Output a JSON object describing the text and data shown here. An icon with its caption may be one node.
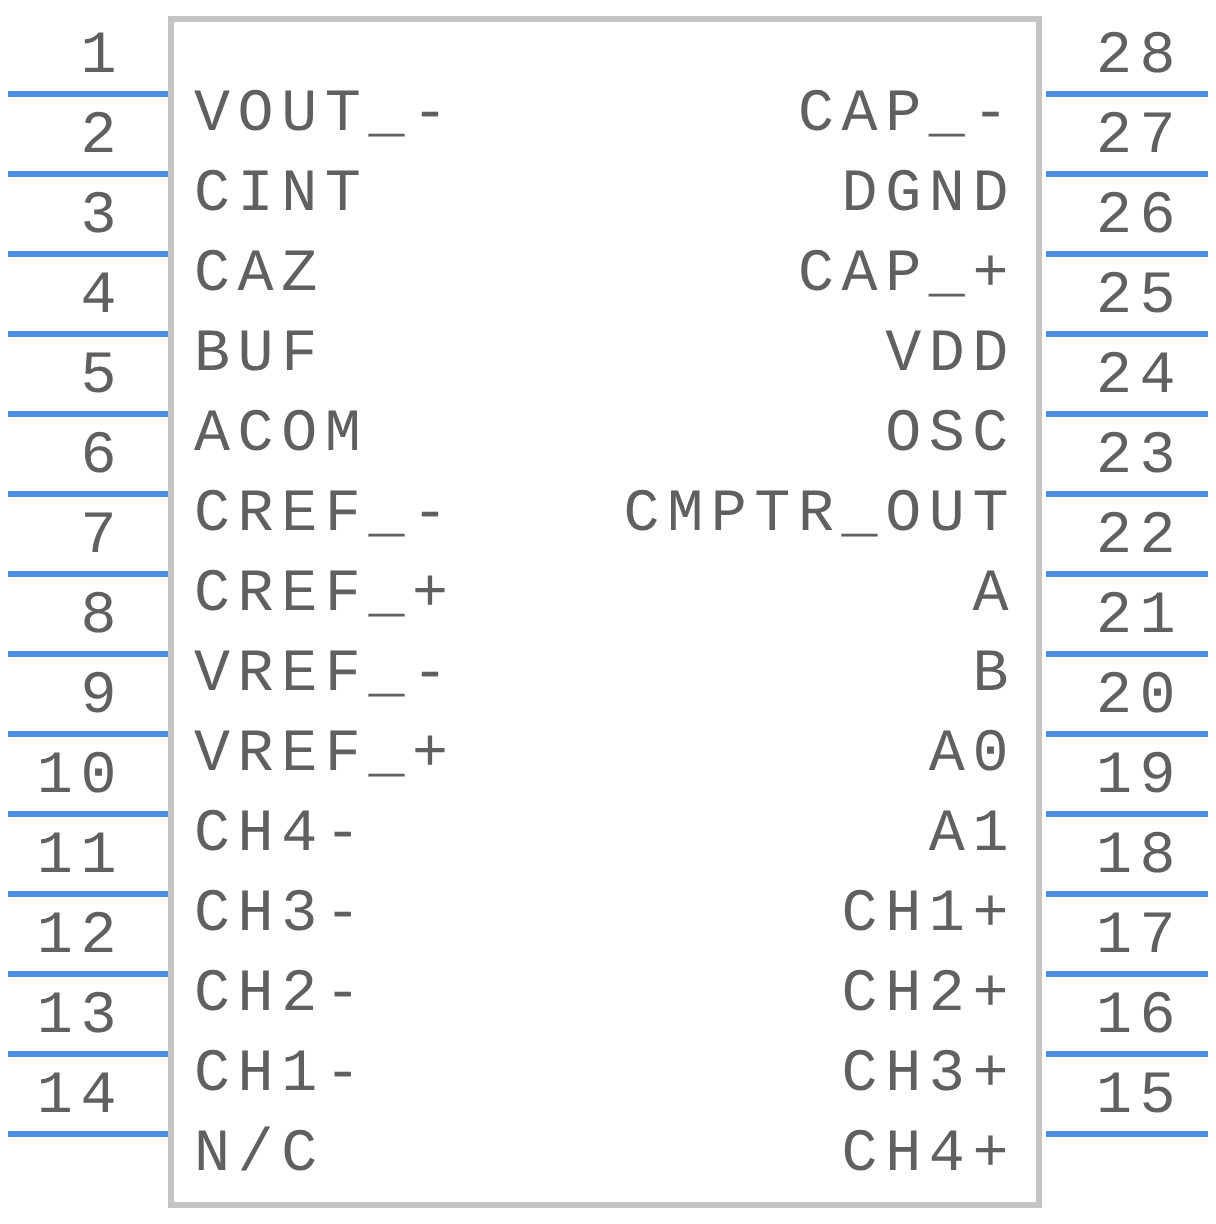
{
  "diagram": {
    "nodes": [
      {
        "text": [
          "VOUT_-",
          "CINT",
          "CAZ",
          "BUF",
          "ACOM",
          "CREF_-",
          "CREF_+",
          "VREF_-",
          "VREF_+",
          "CH4-",
          "CH3-",
          "CH2-",
          "CH1-",
          "N/C",
          "CH4+",
          "CH3+",
          "CH2+",
          "CH1+",
          "A1",
          "A0",
          "B",
          "A",
          "CMPTR_OUT",
          "OSC",
          "VDD",
          "CAP_+",
          "DGND",
          "CAP_-"
        ]
      }
    ],
    "labels": [
      "1",
      "2",
      "3",
      "4",
      "5",
      "6",
      "7",
      "8",
      "9",
      "10",
      "11",
      "12",
      "13",
      "14",
      "15",
      "16",
      "17",
      "18",
      "19",
      "20",
      "21",
      "22",
      "23",
      "24",
      "25",
      "26",
      "27",
      "28"
    ]
  }
}
